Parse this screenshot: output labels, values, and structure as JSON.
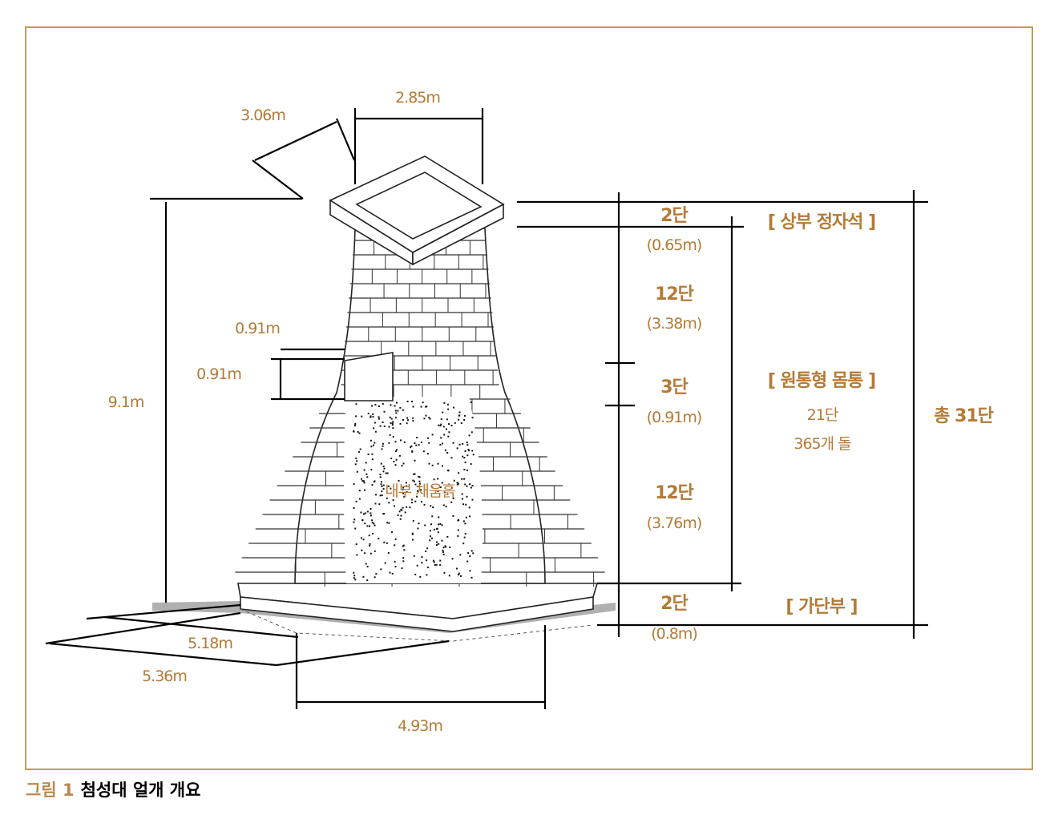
{
  "caption": {
    "number": "그림 1",
    "title": "첨성대 얼개 개요"
  },
  "dimensions": {
    "top_depth": "3.06m",
    "top_width": "2.85m",
    "window_width": "0.91m",
    "window_height": "0.91m",
    "total_height": "9.1m",
    "base_side_a": "5.18m",
    "base_side_b": "5.36m",
    "base_front": "4.93m",
    "fill_label": "내부 채움흙"
  },
  "tiers": [
    {
      "courses": "2단",
      "height": "(0.65m)"
    },
    {
      "courses": "12단",
      "height": "(3.38m)"
    },
    {
      "courses": "3단",
      "height": "(0.91m)"
    },
    {
      "courses": "12단",
      "height": "(3.76m)"
    },
    {
      "courses": "2단",
      "height": "(0.8m)"
    }
  ],
  "sections": {
    "top": "[ 상부 정자석 ]",
    "body": "[ 원통형 몸통 ]",
    "body_courses": "21단",
    "body_stones": "365개 돌",
    "base": "[ 가단부 ]",
    "total": "총 31단"
  },
  "colors": {
    "accent": "#b47a36",
    "frame": "#c39a5c"
  }
}
